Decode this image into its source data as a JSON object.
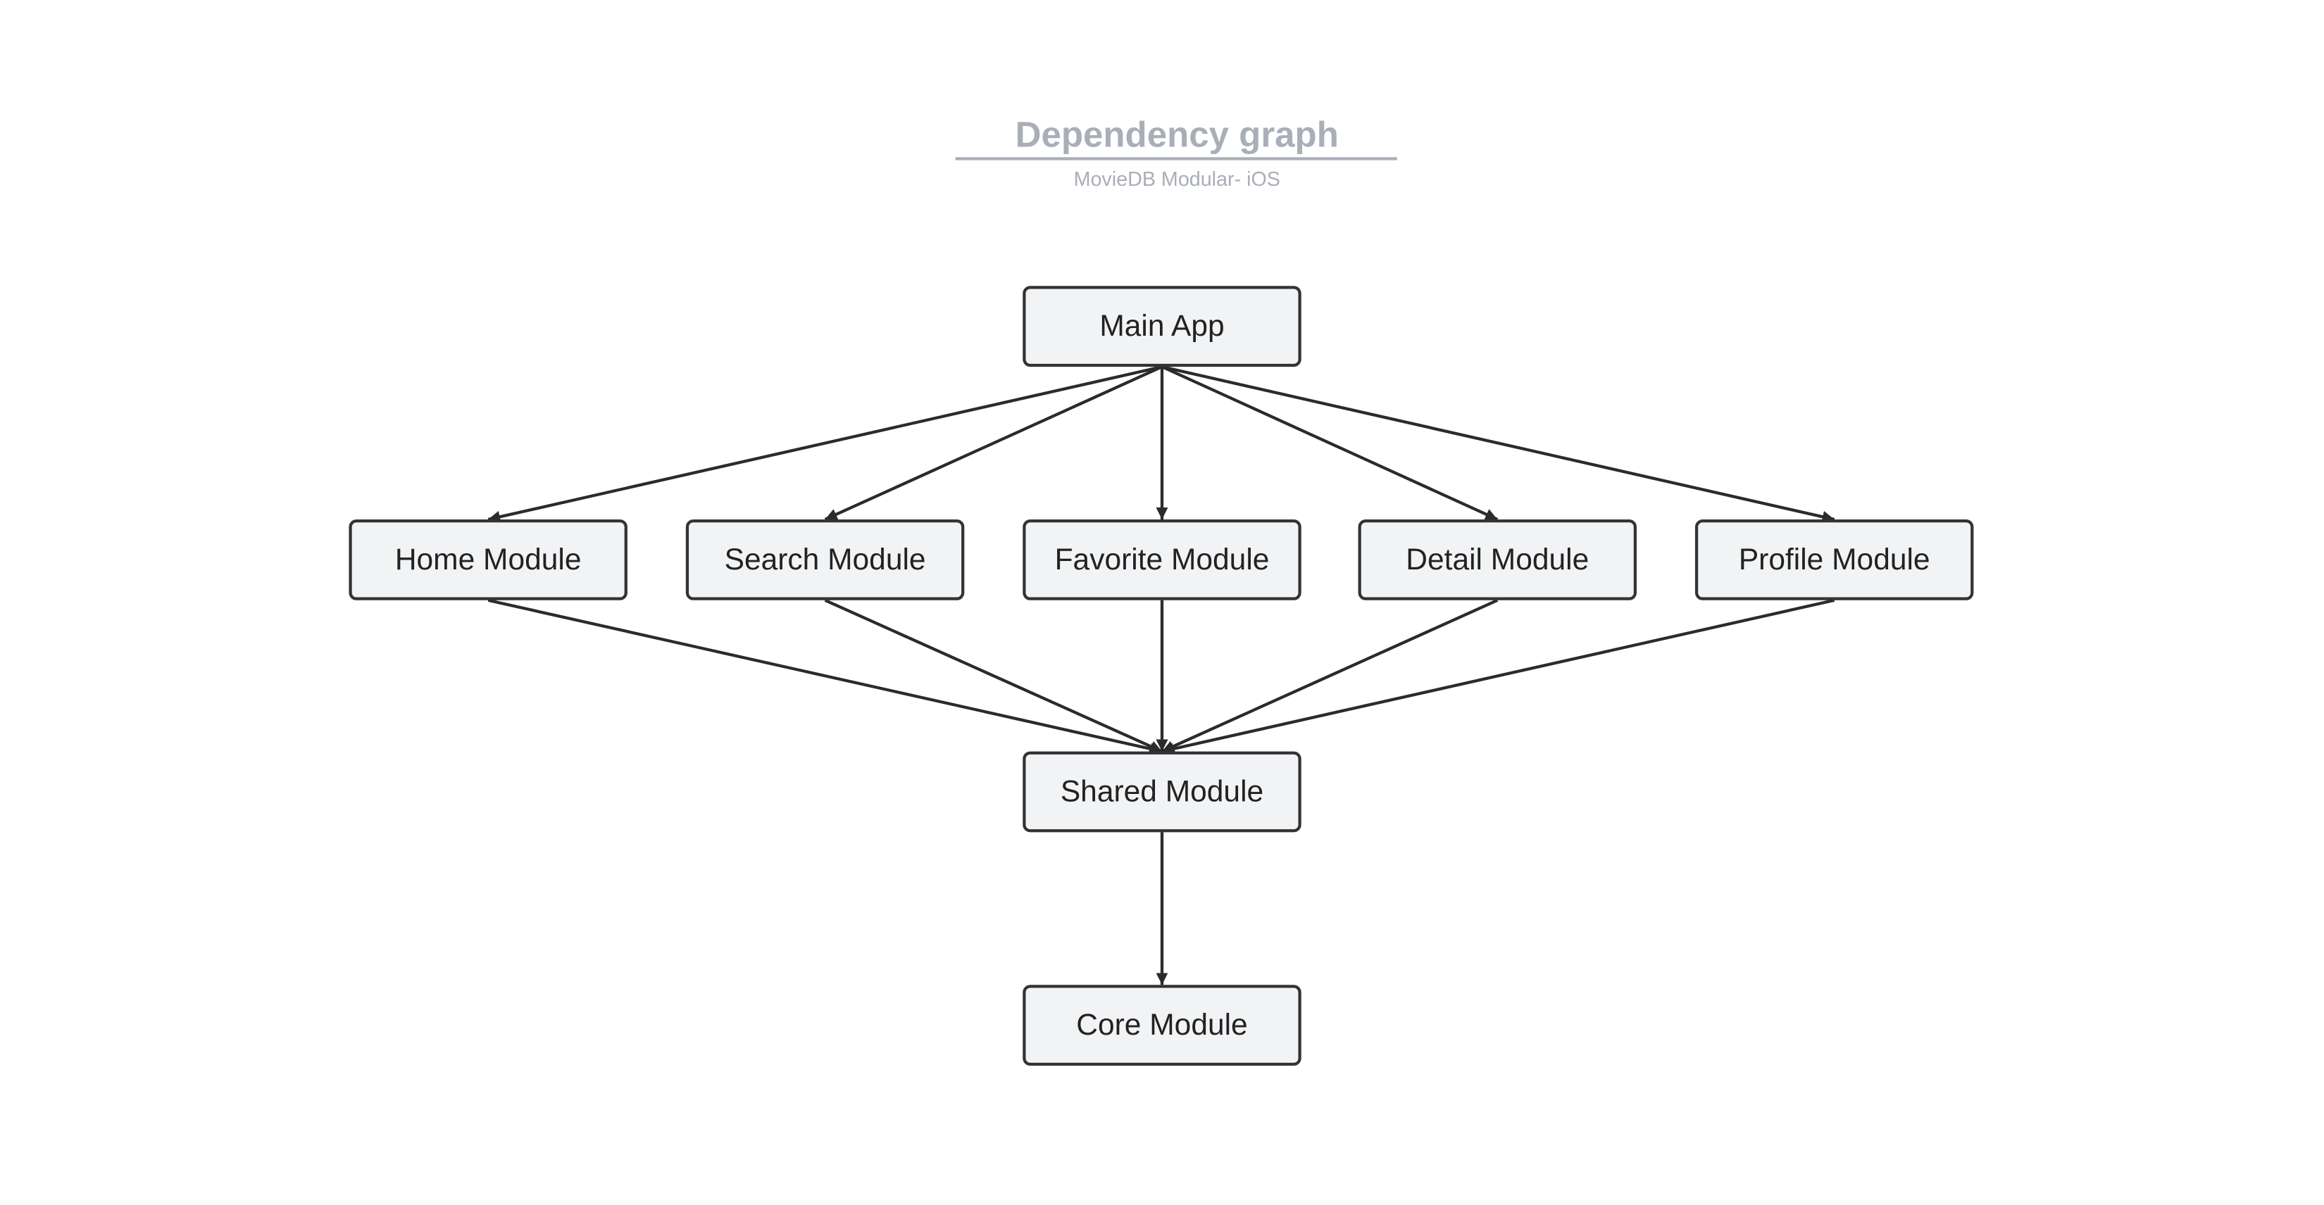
{
  "title": "Dependency graph",
  "subtitle": "MovieDB Modular- iOS",
  "colors": {
    "title": "#a9aeb7",
    "node_fill": "#f2f3f5",
    "node_stroke": "#333333",
    "edge": "#2b2b2b"
  },
  "nodes": [
    {
      "id": "main",
      "label": "Main App"
    },
    {
      "id": "home",
      "label": "Home Module"
    },
    {
      "id": "search",
      "label": "Search Module"
    },
    {
      "id": "favorite",
      "label": "Favorite Module"
    },
    {
      "id": "detail",
      "label": "Detail Module"
    },
    {
      "id": "profile",
      "label": "Profile Module"
    },
    {
      "id": "shared",
      "label": "Shared Module"
    },
    {
      "id": "core",
      "label": "Core Module"
    }
  ],
  "edges": [
    [
      "main",
      "home"
    ],
    [
      "main",
      "search"
    ],
    [
      "main",
      "favorite"
    ],
    [
      "main",
      "detail"
    ],
    [
      "main",
      "profile"
    ],
    [
      "home",
      "shared"
    ],
    [
      "search",
      "shared"
    ],
    [
      "favorite",
      "shared"
    ],
    [
      "detail",
      "shared"
    ],
    [
      "profile",
      "shared"
    ],
    [
      "shared",
      "core"
    ]
  ]
}
